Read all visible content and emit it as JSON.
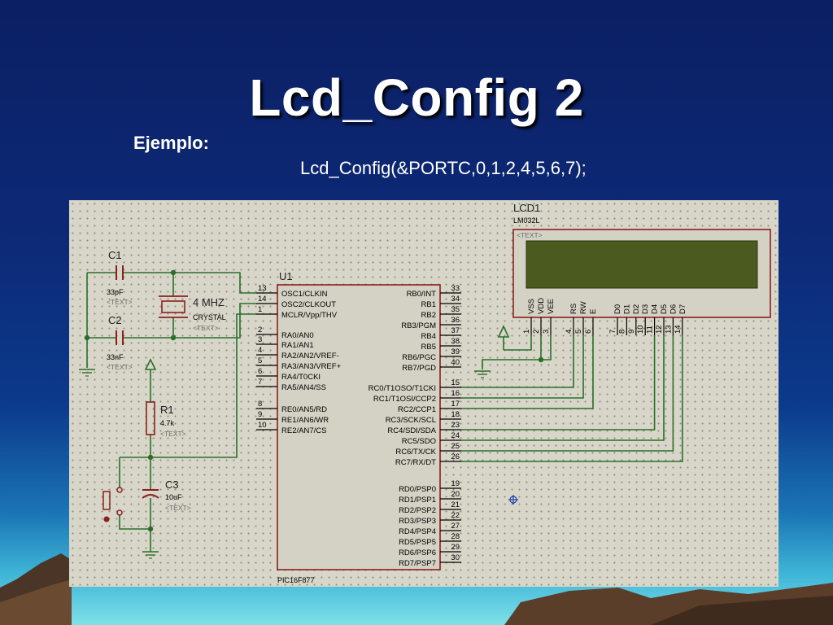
{
  "slide": {
    "title": "Lcd_Config 2",
    "example_label": "Ejemplo:",
    "example_code": "Lcd_Config(&PORTC,0,1,2,4,5,6,7);"
  },
  "colors": {
    "background_top": "#0b1f63",
    "schematic_bg": "#d8d6c8",
    "wire": "#2a6e2a",
    "component": "#8b1f1f",
    "lcd_screen": "#4b5a1e"
  },
  "schematic": {
    "mcu": {
      "ref": "U1",
      "part": "PIC16F877",
      "left_pins": [
        {
          "num": "13",
          "name": "OSC1/CLKIN"
        },
        {
          "num": "14",
          "name": "OSC2/CLKOUT"
        },
        {
          "num": "1",
          "name": "MCLR/Vpp/THV"
        },
        {
          "num": "2",
          "name": "RA0/AN0"
        },
        {
          "num": "3",
          "name": "RA1/AN1"
        },
        {
          "num": "4",
          "name": "RA2/AN2/VREF-"
        },
        {
          "num": "5",
          "name": "RA3/AN3/VREF+"
        },
        {
          "num": "6",
          "name": "RA4/T0CKI"
        },
        {
          "num": "7",
          "name": "RA5/AN4/SS"
        },
        {
          "num": "8",
          "name": "RE0/AN5/RD"
        },
        {
          "num": "9",
          "name": "RE1/AN6/WR"
        },
        {
          "num": "10",
          "name": "RE2/AN7/CS"
        }
      ],
      "right_pins": [
        {
          "num": "33",
          "name": "RB0/INT"
        },
        {
          "num": "34",
          "name": "RB1"
        },
        {
          "num": "35",
          "name": "RB2"
        },
        {
          "num": "36",
          "name": "RB3/PGM"
        },
        {
          "num": "37",
          "name": "RB4"
        },
        {
          "num": "38",
          "name": "RB5"
        },
        {
          "num": "39",
          "name": "RB6/PGC"
        },
        {
          "num": "40",
          "name": "RB7/PGD"
        },
        {
          "num": "15",
          "name": "RC0/T1OSO/T1CKI"
        },
        {
          "num": "16",
          "name": "RC1/T1OSI/CCP2"
        },
        {
          "num": "17",
          "name": "RC2/CCP1"
        },
        {
          "num": "18",
          "name": "RC3/SCK/SCL"
        },
        {
          "num": "23",
          "name": "RC4/SDI/SDA"
        },
        {
          "num": "24",
          "name": "RC5/SDO"
        },
        {
          "num": "25",
          "name": "RC6/TX/CK"
        },
        {
          "num": "26",
          "name": "RC7/RX/DT"
        },
        {
          "num": "19",
          "name": "RD0/PSP0"
        },
        {
          "num": "20",
          "name": "RD1/PSP1"
        },
        {
          "num": "21",
          "name": "RD2/PSP2"
        },
        {
          "num": "22",
          "name": "RD3/PSP3"
        },
        {
          "num": "27",
          "name": "RD4/PSP4"
        },
        {
          "num": "28",
          "name": "RD5/PSP5"
        },
        {
          "num": "29",
          "name": "RD6/PSP6"
        },
        {
          "num": "30",
          "name": "RD7/PSP7"
        }
      ]
    },
    "lcd": {
      "ref": "LCD1",
      "part": "LM032L",
      "text_tag": "<TEXT>",
      "pins": [
        {
          "num": "1",
          "name": "VSS"
        },
        {
          "num": "2",
          "name": "VDD"
        },
        {
          "num": "3",
          "name": "VEE"
        },
        {
          "num": "4",
          "name": "RS"
        },
        {
          "num": "5",
          "name": "RW"
        },
        {
          "num": "6",
          "name": "E"
        },
        {
          "num": "7",
          "name": "D0"
        },
        {
          "num": "8",
          "name": "D1"
        },
        {
          "num": "9",
          "name": "D2"
        },
        {
          "num": "10",
          "name": "D3"
        },
        {
          "num": "11",
          "name": "D4"
        },
        {
          "num": "12",
          "name": "D5"
        },
        {
          "num": "13",
          "name": "D6"
        },
        {
          "num": "14",
          "name": "D7"
        }
      ]
    },
    "c1": {
      "ref": "C1",
      "value": "33pF",
      "tag": "<TEXT>"
    },
    "c2": {
      "ref": "C2",
      "value": "33nF",
      "tag": "<TEXT>"
    },
    "crystal": {
      "freq": "4 MHZ",
      "part": "CRYSTAL",
      "tag": "<TEXT>"
    },
    "r1": {
      "ref": "R1",
      "value": "4.7k",
      "tag": "<TEXT>"
    },
    "c3": {
      "ref": "C3",
      "value": "10uF",
      "tag": "<TEXT>"
    }
  }
}
